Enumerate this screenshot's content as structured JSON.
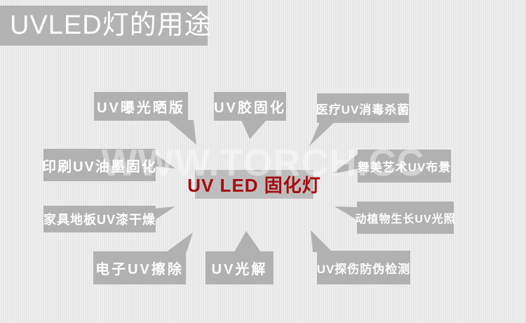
{
  "page": {
    "title": "UVLED灯的用途",
    "watermark": "WWW.TORCH.CC"
  },
  "colors": {
    "background": "#e9e9e9",
    "banner_bg": "#b3b3b3",
    "node_bg": "#b1b1b1",
    "node_text": "#ffffff",
    "center_bg": "#bdbdbd",
    "center_text": "#a50b0e",
    "watermark_text": "rgba(255,255,255,0.42)"
  },
  "diagram": {
    "center": {
      "label": "UV LED 固化灯"
    },
    "nodes": [
      {
        "id": "uv-exposure-plate",
        "label": "UV曝光晒版"
      },
      {
        "id": "uv-glue-curing",
        "label": "UV胶固化"
      },
      {
        "id": "medical-uv-disinfection",
        "label": "医疗UV消毒杀菌"
      },
      {
        "id": "printing-uv-ink-curing",
        "label": "印刷UV油墨固化"
      },
      {
        "id": "stage-art-uv-scenery",
        "label": "舞美艺术UV布景"
      },
      {
        "id": "furniture-floor-uv-paint-dry",
        "label": "家具地板UV漆干燥"
      },
      {
        "id": "plant-animal-growth-uv-light",
        "label": "动植物生长UV光照"
      },
      {
        "id": "electronics-uv-erasing",
        "label": "电子UV擦除"
      },
      {
        "id": "uv-photolysis",
        "label": "UV光解"
      },
      {
        "id": "uv-flaw-anticounterfeit",
        "label": "UV探伤防伪检测"
      }
    ]
  }
}
